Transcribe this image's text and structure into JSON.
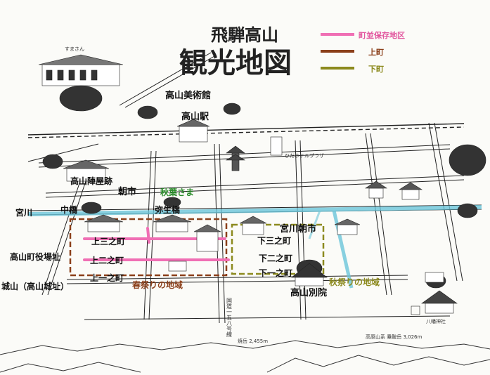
{
  "title": {
    "line1": "飛騨高山",
    "line2": "観光地図"
  },
  "legend": [
    {
      "label": "町並保存地区",
      "color": "#f06fb4"
    },
    {
      "label": "上町",
      "color": "#8b3f1a"
    },
    {
      "label": "下町",
      "color": "#8c8a1e"
    }
  ],
  "labels": {
    "museum": "高山美術館",
    "station": "高山駅",
    "jinya_ruins": "高山陣屋跡",
    "asaichi": "朝市",
    "akiba": "秋葉さま",
    "miyagawa": "宮川",
    "nakabashi": "中橋",
    "yayoibashi": "弥生橋",
    "kami3": "上三之町",
    "kami2": "上二之町",
    "kami1": "上一之町",
    "shimo3": "下三之町",
    "shimo2": "下二之町",
    "shimo1": "下一之町",
    "miyagawa_asaichi": "宮川朝市",
    "jinya_office": "高山町役場址",
    "spring_festival": "春祭りの地域",
    "autumn_festival": "秋祭りの地域",
    "castle": "城山（高山城址）",
    "betsuin": "高山別院",
    "station_plaza": "ひだホテルプラザ",
    "national_route": "国道一五八号線",
    "shrine": "八幡神社",
    "mountains": "高原山系 乗鞍岳 3,026m",
    "mountain_ridge": "焼岳 2,455m",
    "small_shop": "すまさん"
  }
}
